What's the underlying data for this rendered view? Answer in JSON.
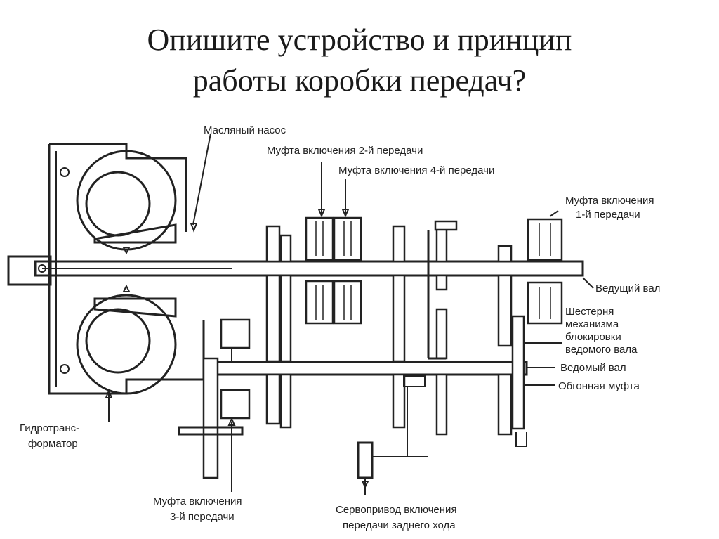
{
  "title": {
    "line1": "Опишите устройство и принцип",
    "line2": "работы коробки передач?"
  },
  "labels": {
    "oil_pump": "Масляный насос",
    "clutch_2": "Муфта включения 2-й передачи",
    "clutch_4": "Муфта включения 4-й передачи",
    "clutch_1_a": "Муфта включения",
    "clutch_1_b": "1-й передачи",
    "input_shaft": "Ведущий вал",
    "lock_gear_a": "Шестерня",
    "lock_gear_b": "механизма",
    "lock_gear_c": "блокировки",
    "lock_gear_d": "ведомого вала",
    "output_shaft": "Ведомый вал",
    "overrun_clutch": "Обгонная муфта",
    "torque_conv_a": "Гидротранс-",
    "torque_conv_b": "форматор",
    "clutch_3_a": "Муфта включения",
    "clutch_3_b": "3-й передачи",
    "reverse_servo_a": "Сервопривод включения",
    "reverse_servo_b": "передачи заднего хода"
  }
}
